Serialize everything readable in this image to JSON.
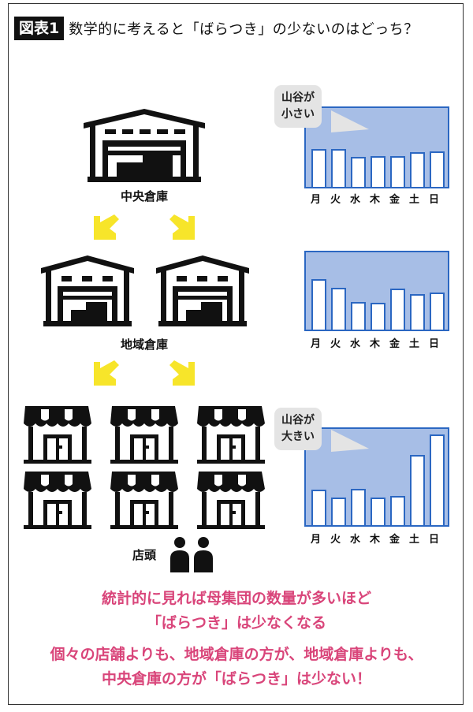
{
  "title": {
    "tag": "図表1",
    "text": "数学的に考えると「ばらつき」の少ないのはどっち？"
  },
  "levels": [
    {
      "label": "中央倉庫",
      "count": 1
    },
    {
      "label": "地域倉庫",
      "count": 2
    },
    {
      "label": "店頭",
      "count": 6
    }
  ],
  "bubbles": {
    "small": "山谷が\n小さい",
    "large": "山谷が\n大きい",
    "small_l1": "山谷が",
    "small_l2": "小さい",
    "large_l1": "山谷が",
    "large_l2": "大きい"
  },
  "days": [
    "月",
    "火",
    "水",
    "木",
    "金",
    "土",
    "日"
  ],
  "colors": {
    "chart_fill": "#a7bee6",
    "chart_border": "#2b67c2",
    "arrow": "#f7e52a",
    "conclusion": "#d9457a"
  },
  "conclusion": {
    "line1": "統計的に見れば母集団の数量が多いほど",
    "line2": "「ばらつき」は少なくなる",
    "line3": "個々の店舗よりも、地域倉庫の方が、地域倉庫よりも、",
    "line4": "中央倉庫の方が「ばらつき」は少ない！"
  },
  "chart_data": [
    {
      "type": "bar",
      "title": "中央倉庫",
      "categories": [
        "月",
        "火",
        "水",
        "木",
        "金",
        "土",
        "日"
      ],
      "values": [
        46,
        46,
        38,
        39,
        39,
        43,
        44
      ],
      "annotation": "山谷が小さい"
    },
    {
      "type": "bar",
      "title": "地域倉庫",
      "categories": [
        "月",
        "火",
        "水",
        "木",
        "金",
        "土",
        "日"
      ],
      "values": [
        62,
        51,
        33,
        32,
        50,
        43,
        45
      ]
    },
    {
      "type": "bar",
      "title": "店頭",
      "categories": [
        "月",
        "火",
        "水",
        "木",
        "金",
        "土",
        "日"
      ],
      "values": [
        35,
        27,
        36,
        27,
        28,
        72,
        90
      ],
      "annotation": "山谷が大きい"
    }
  ]
}
